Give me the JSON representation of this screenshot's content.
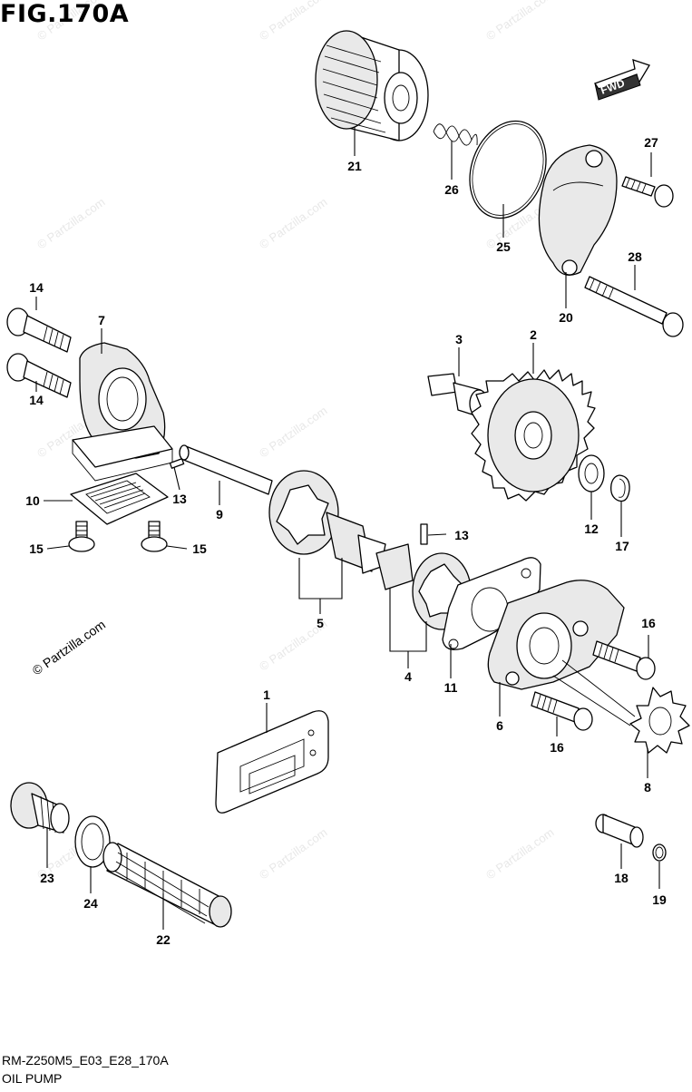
{
  "figure": {
    "title": "FIG.170A",
    "code": "RM-Z250M5_E03_E28_170A",
    "name": "OIL PUMP",
    "fwd_label": "FWD",
    "watermark": "© Partzilla.com"
  },
  "parts": {
    "p1": "1",
    "p2": "2",
    "p3": "3",
    "p4": "4",
    "p5": "5",
    "p6": "6",
    "p7": "7",
    "p8": "8",
    "p9": "9",
    "p10": "10",
    "p11": "11",
    "p12": "12",
    "p13a": "13",
    "p13b": "13",
    "p14a": "14",
    "p14b": "14",
    "p15a": "15",
    "p15b": "15",
    "p16a": "16",
    "p16b": "16",
    "p17": "17",
    "p18": "18",
    "p19": "19",
    "p20": "20",
    "p21": "21",
    "p22": "22",
    "p23": "23",
    "p24": "24",
    "p25": "25",
    "p26": "26",
    "p27": "27",
    "p28": "28"
  }
}
